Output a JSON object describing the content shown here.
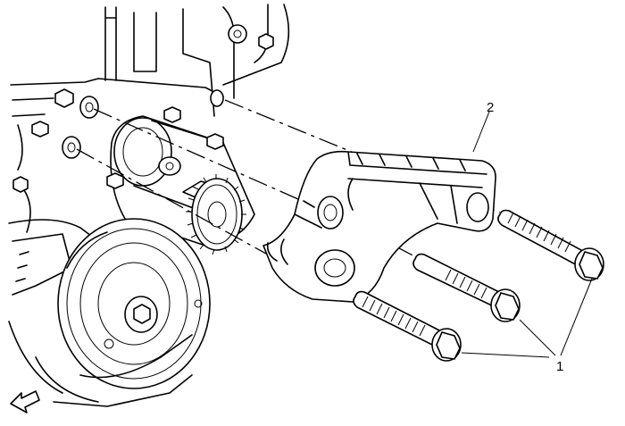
{
  "callouts": [
    {
      "id": "bolts",
      "label": "1"
    },
    {
      "id": "bracket",
      "label": "2"
    }
  ],
  "colors": {
    "ink": "#000000",
    "paper": "#ffffff"
  },
  "icons": [
    "front-view-arrow-icon"
  ]
}
